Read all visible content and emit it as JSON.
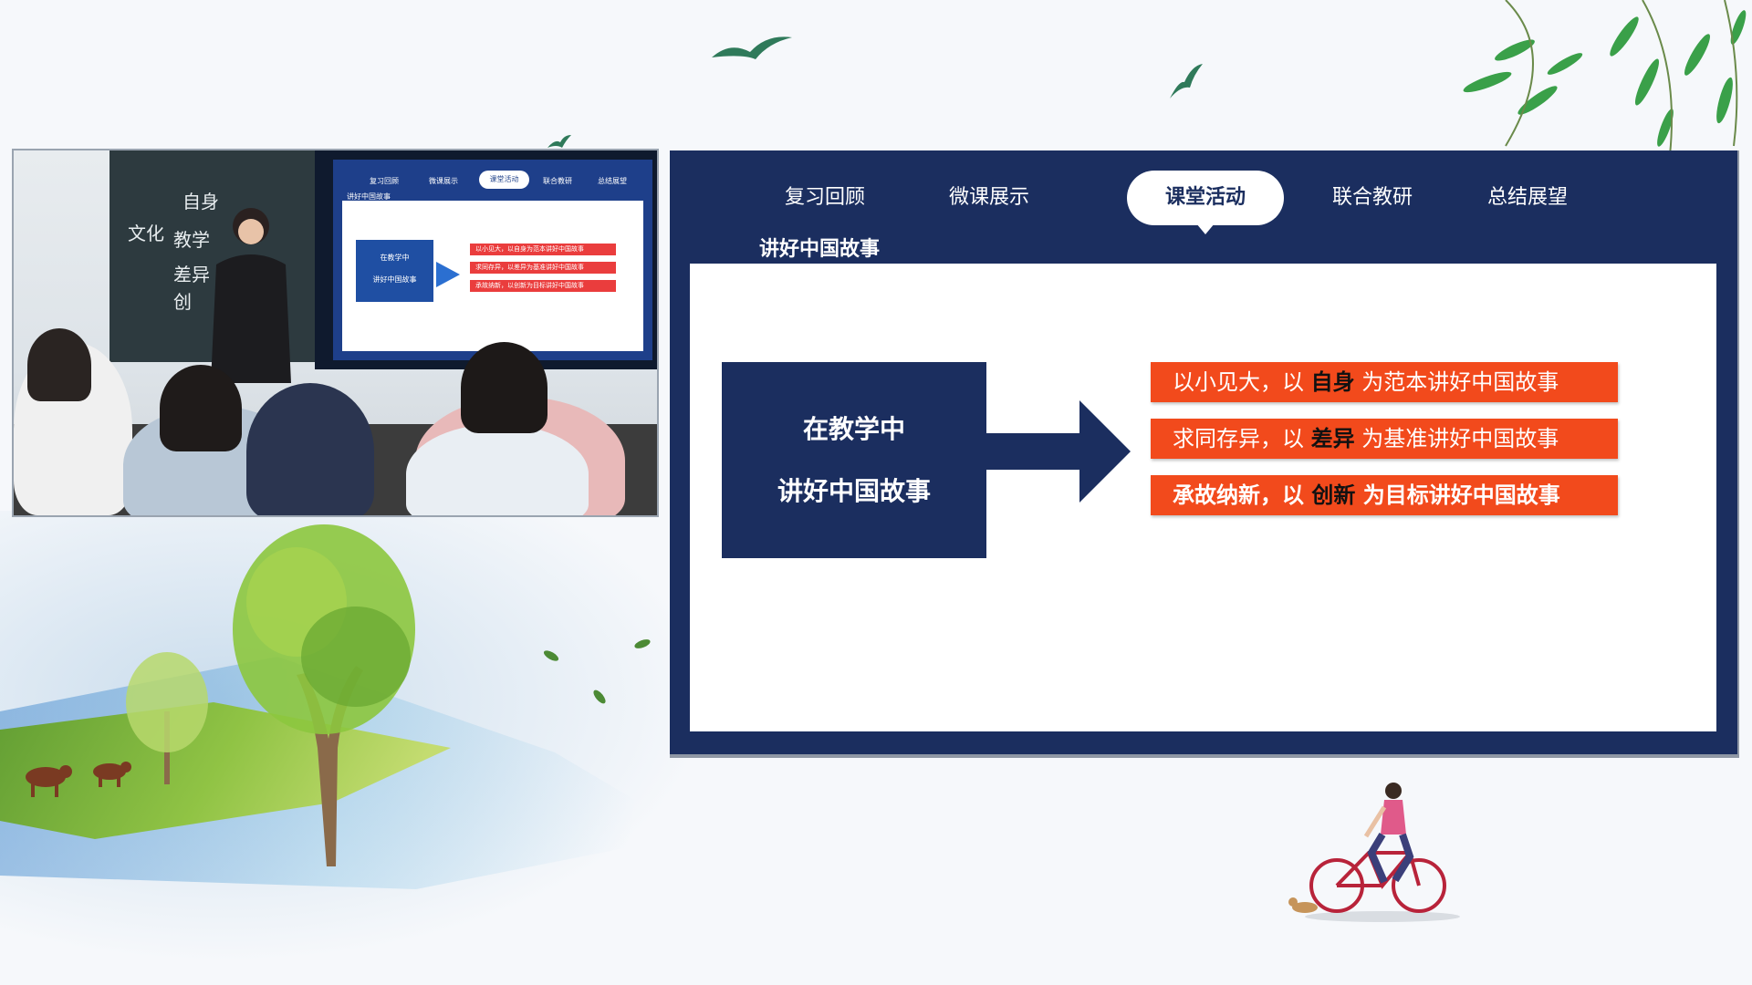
{
  "video": {
    "board_lines": [
      "自身",
      "文化",
      "教学",
      "差异",
      "创"
    ],
    "screen": {
      "tabs": [
        "复习回顾",
        "微课展示",
        "课堂活动",
        "联合教研",
        "总结展望"
      ],
      "active_tab": "课堂活动",
      "subtitle": "讲好中国故事",
      "box_line1": "在教学中",
      "box_line2": "讲好中国故事",
      "bars": [
        "以小见大，以自身为范本讲好中国故事",
        "求同存异，以差异为基准讲好中国故事",
        "承故纳新，以创新为目标讲好中国故事"
      ]
    }
  },
  "slide": {
    "tabs": [
      {
        "label": "复习回顾",
        "active": false
      },
      {
        "label": "微课展示",
        "active": false
      },
      {
        "label": "课堂活动",
        "active": true
      },
      {
        "label": "联合教研",
        "active": false
      },
      {
        "label": "总结展望",
        "active": false
      }
    ],
    "subtitle": "讲好中国故事",
    "concept_line1": "在教学中",
    "concept_line2": "讲好中国故事",
    "items": [
      {
        "pre": "以小见大，以 ",
        "key": "自身",
        "post": " 为范本讲好中国故事"
      },
      {
        "pre": "求同存异，以 ",
        "key": "差异",
        "post": " 为基准讲好中国故事"
      },
      {
        "pre": "承故纳新，以 ",
        "key": "创新",
        "post": " 为目标讲好中国故事"
      }
    ]
  },
  "colors": {
    "navy": "#1b2e5f",
    "accent_orange": "#f24a1c",
    "keyword": "#111111",
    "white": "#ffffff"
  }
}
